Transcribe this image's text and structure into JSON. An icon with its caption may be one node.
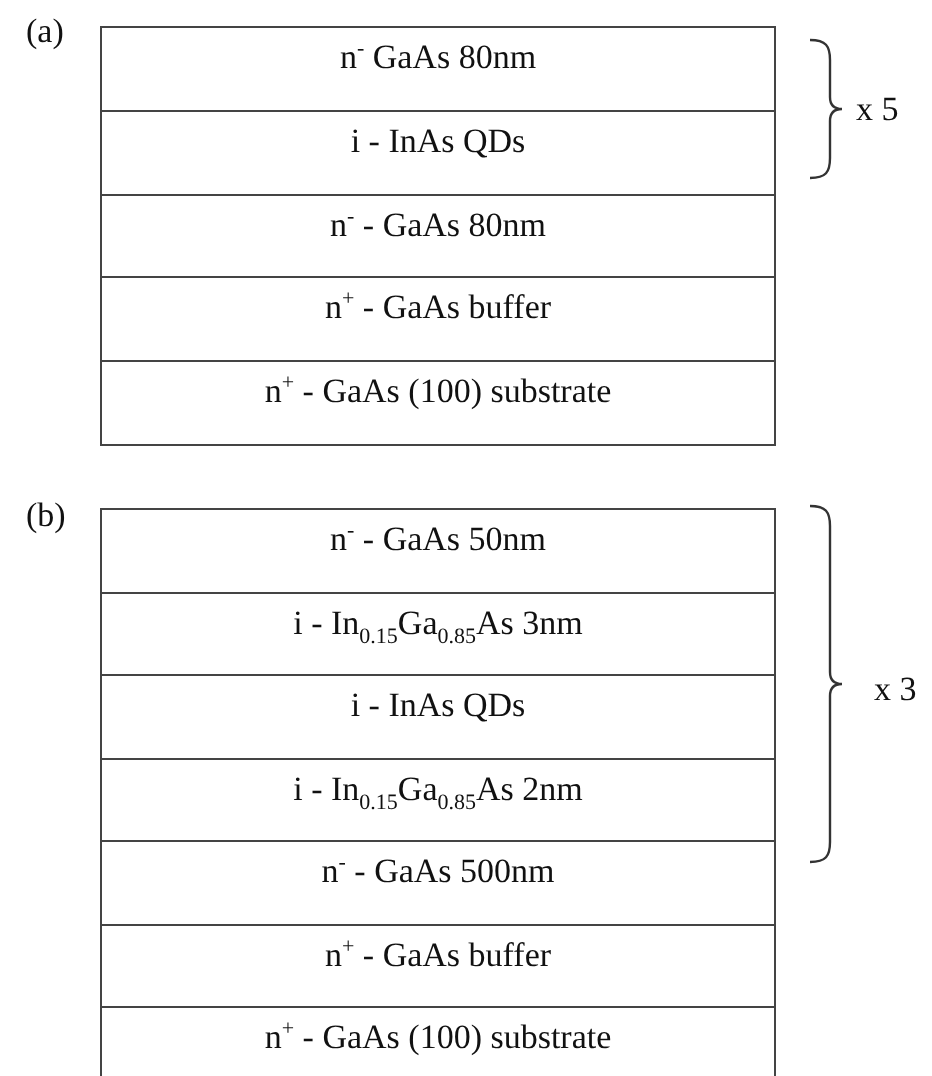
{
  "diagram": {
    "nodes": [
      {
        "text": [
          "n$^{-}$  GaAs 80nm"
        ]
      },
      {
        "text": [
          "i - InAs QDs"
        ]
      },
      {
        "text": [
          "n$^{-}$ - GaAs 80nm"
        ]
      },
      {
        "text": [
          "n$^{+}$ - GaAs buffer"
        ]
      },
      {
        "text": [
          "n$^{+}$ - GaAs (100) substrate"
        ]
      },
      {
        "text": [
          "n$^{-}$ - GaAs 50nm"
        ]
      },
      {
        "text": [
          "i - In$_{0.15}$Ga$_{0.85}$As 3nm"
        ]
      },
      {
        "text": [
          "i - InAs QDs"
        ]
      },
      {
        "text": [
          "i - In$_{0.15}$Ga$_{0.85}$As 2nm"
        ]
      },
      {
        "text": [
          "n$^{-}$ - GaAs 500nm"
        ]
      },
      {
        "text": [
          "n$^{+}$ - GaAs buffer"
        ]
      },
      {
        "text": [
          "n$^{+}$ - GaAs (100) substrate"
        ]
      }
    ],
    "labels": [
      "(a)",
      "x 5",
      "(b)",
      "x 3"
    ]
  }
}
